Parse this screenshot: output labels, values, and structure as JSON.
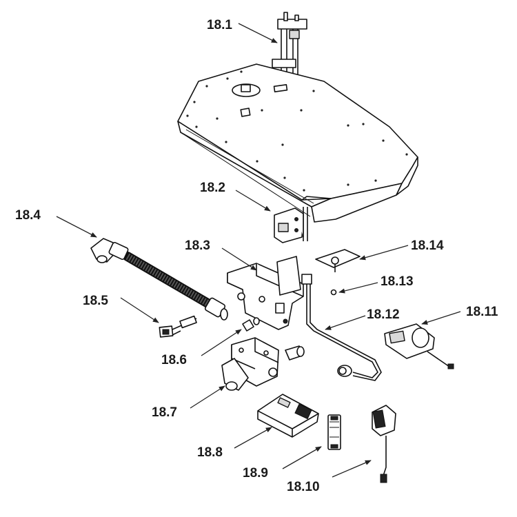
{
  "diagram": {
    "callouts": [
      {
        "id": "p18_1",
        "label": "18.1"
      },
      {
        "id": "p18_2",
        "label": "18.2"
      },
      {
        "id": "p18_3",
        "label": "18.3"
      },
      {
        "id": "p18_4",
        "label": "18.4"
      },
      {
        "id": "p18_5",
        "label": "18.5"
      },
      {
        "id": "p18_6",
        "label": "18.6"
      },
      {
        "id": "p18_7",
        "label": "18.7"
      },
      {
        "id": "p18_8",
        "label": "18.8"
      },
      {
        "id": "p18_9",
        "label": "18.9"
      },
      {
        "id": "p18_10",
        "label": "18.10"
      },
      {
        "id": "p18_11",
        "label": "18.11"
      },
      {
        "id": "p18_12",
        "label": "18.12"
      },
      {
        "id": "p18_13",
        "label": "18.13"
      },
      {
        "id": "p18_14",
        "label": "18.14"
      }
    ]
  }
}
